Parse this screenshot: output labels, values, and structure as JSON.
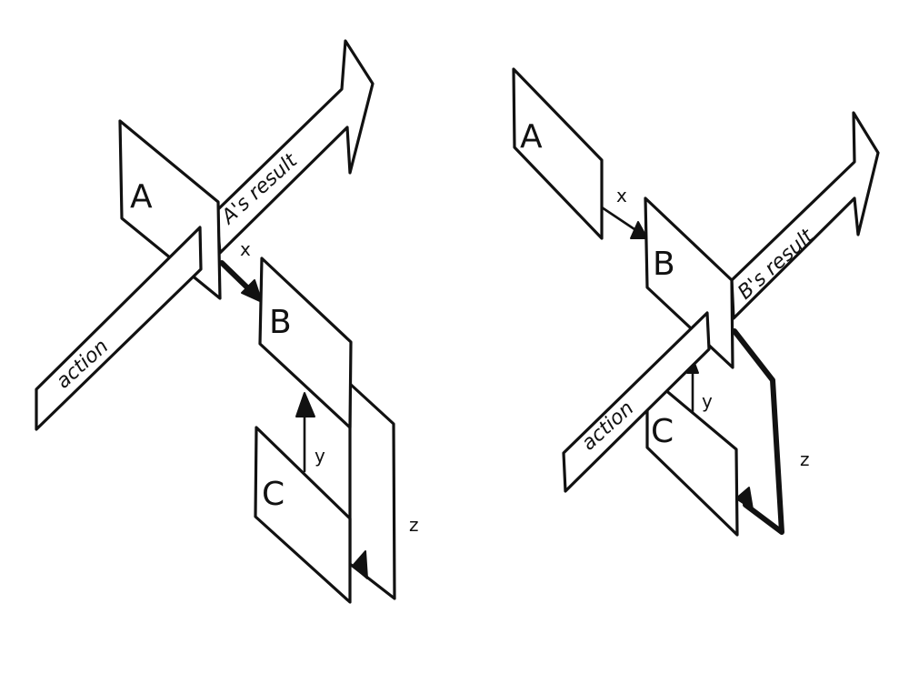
{
  "left_diagram": {
    "box_a": "A",
    "box_b": "B",
    "box_c": "C",
    "arrow_action": "action",
    "arrow_result": "A's result",
    "edge_x": "x",
    "edge_y": "y",
    "edge_z": "z"
  },
  "right_diagram": {
    "box_a": "A",
    "box_b": "B",
    "box_c": "C",
    "arrow_action": "action",
    "arrow_result": "B's result",
    "edge_x": "x",
    "edge_y": "y",
    "edge_z": "z"
  },
  "ink_color": "#111111"
}
